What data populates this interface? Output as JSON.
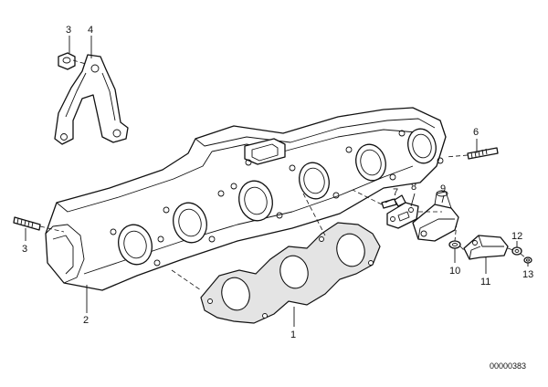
{
  "diagram": {
    "part_numbers": {
      "p1": "1",
      "p2": "2",
      "p3_left": "3",
      "p3_top": "3",
      "p4": "4",
      "p6": "6",
      "p7": "7",
      "p8": "8",
      "p9": "9",
      "p10": "10",
      "p11": "11",
      "p12": "12",
      "p13": "13"
    },
    "drawing_code": "00000383"
  }
}
